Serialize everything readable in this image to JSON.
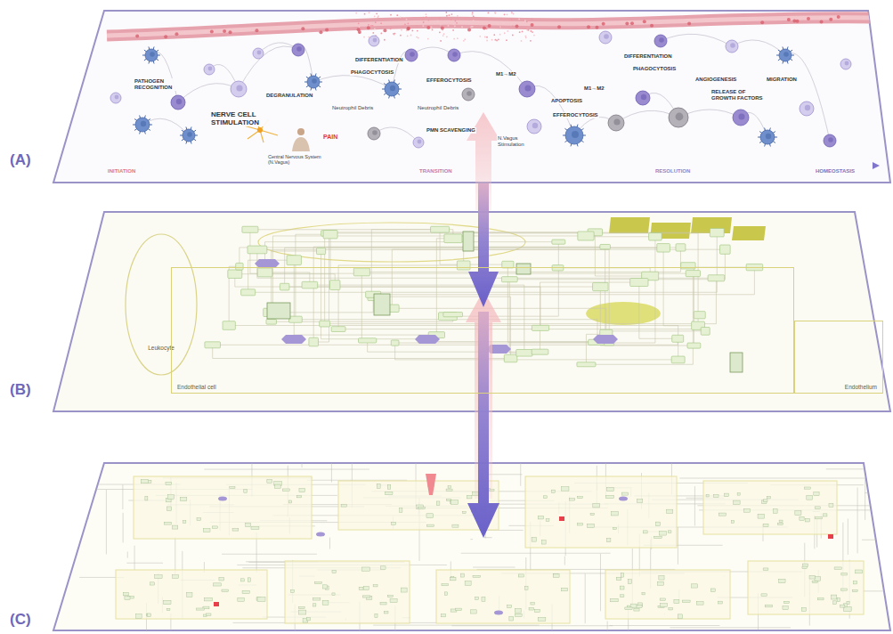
{
  "diagram": {
    "nodes": [
      {
        "text": [
          "Leukocyte"
        ]
      },
      {
        "text": [
          "Endothelial cell"
        ]
      },
      {
        "text": [
          "Endothelium"
        ]
      }
    ],
    "labels": [
      "(A)",
      "(B)",
      "(C)",
      "INITIATION",
      "TRANSITION",
      "RESOLUTION",
      "HOMEOSTASIS",
      "NERVE CELL STIMULATION",
      "PAIN",
      "Central Nervous System (N.Vagus)",
      "DEGRANULATION",
      "PHAGOCYTOSIS",
      "EFFEROCYTOSIS",
      "Neutrophil Debris",
      "Neutrophil Debris",
      "PMN SCAVENGING",
      "N.Vagus Stimulation",
      "APOPTOSIS",
      "EFFEROCYTOSIS",
      "M1→M2",
      "M1→M2",
      "DIFFERENTIATION",
      "PHAGOCYTOSIS",
      "ANGIOGENESIS",
      "MIGRATION",
      "RELEASE OF GROWTH FACTORS",
      "PATHOGEN RECOGNITION",
      "DIFFERENTIATION"
    ]
  }
}
